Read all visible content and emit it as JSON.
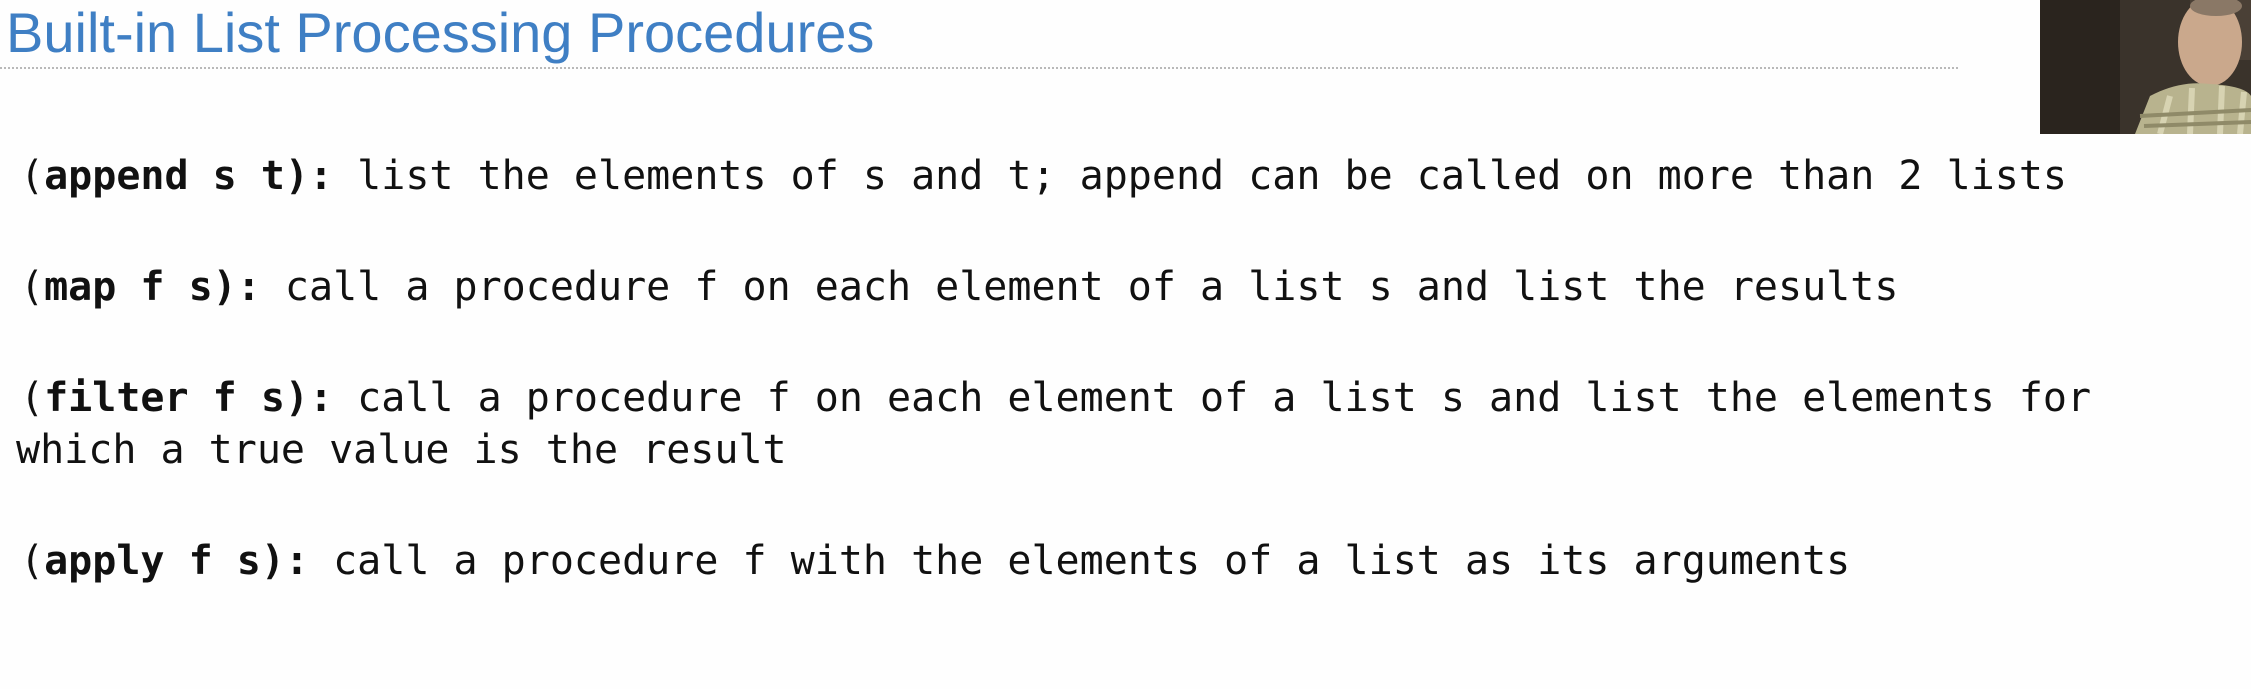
{
  "slide": {
    "title": "Built-in List Processing Procedures",
    "items": [
      {
        "open": "(",
        "name": "append s t",
        "close": "):",
        "description": " list the elements of s and t; append can be called on more than 2 lists"
      },
      {
        "open": "(",
        "name": "map f s",
        "close": "):",
        "description": " call a procedure f on each element of a list s and list the results"
      },
      {
        "open": "(",
        "name": "filter f s",
        "close": "):",
        "description": " call a procedure f on each element of a list s and list the elements for",
        "description_cont": "which a true value is the result"
      },
      {
        "open": "(",
        "name": "apply f s",
        "close": "):",
        "description": " call a procedure f with the elements of a list as its arguments"
      }
    ]
  },
  "colors": {
    "title": "#3f7fc4",
    "text": "#111111",
    "divider": "#b9b9b9"
  },
  "webcam": {
    "icon": "presenter-video-thumbnail"
  }
}
